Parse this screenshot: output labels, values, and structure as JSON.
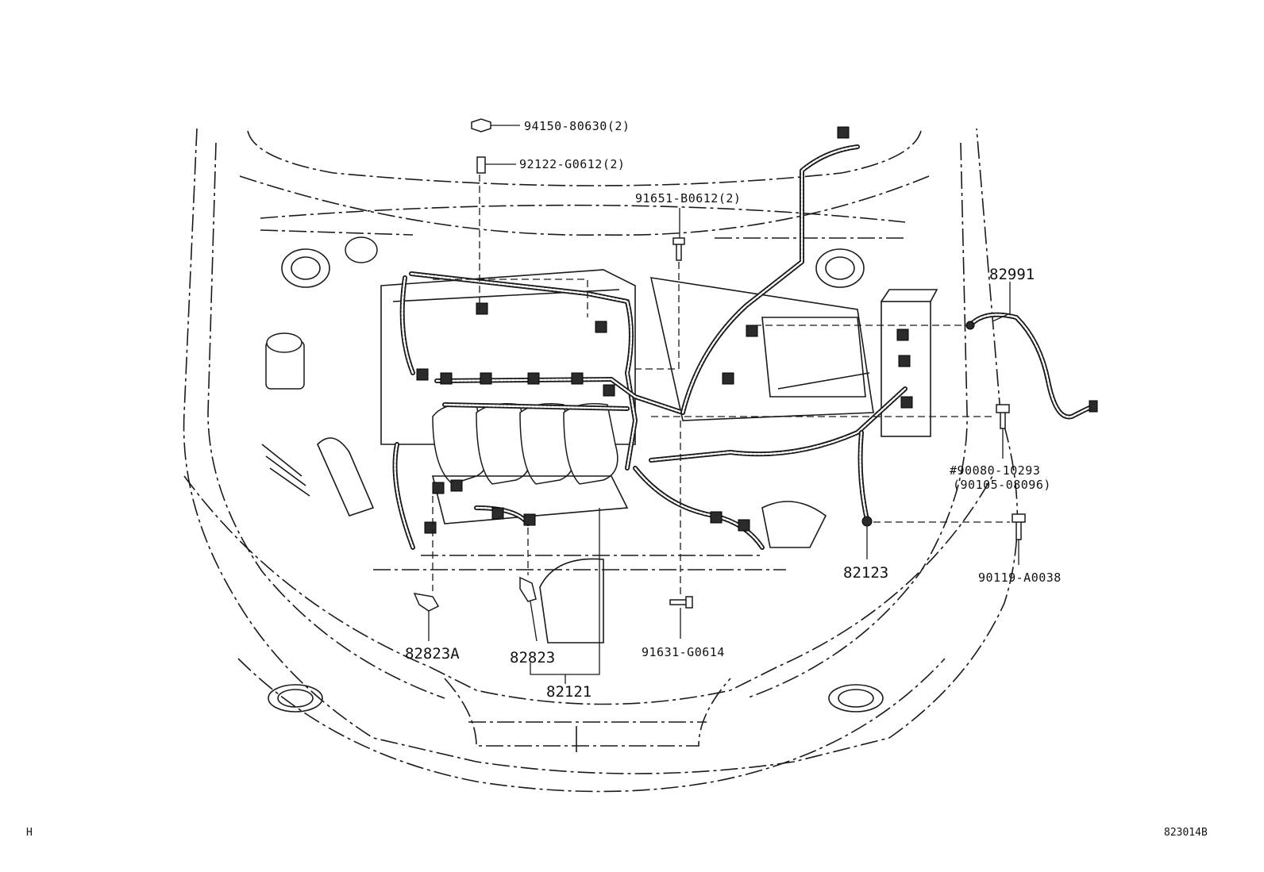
{
  "diagram": {
    "part_labels": {
      "nut_94150": "94150-80630(2)",
      "stud_92122": "92122-G0612(2)",
      "bolt_91651": "91651-B0612(2)",
      "wire_82991": "82991",
      "bolt_90080": "#90080-10293",
      "bolt_90105": "(90105-08096)",
      "bolt_90119": "90119-A0038",
      "wire_82123": "82123",
      "clamp_82823a": "82823A",
      "clamp_82823": "82823",
      "bolt_91631": "91631-G0614",
      "wire_82121": "82121"
    },
    "corner_left": "H",
    "corner_right": "823014B"
  }
}
